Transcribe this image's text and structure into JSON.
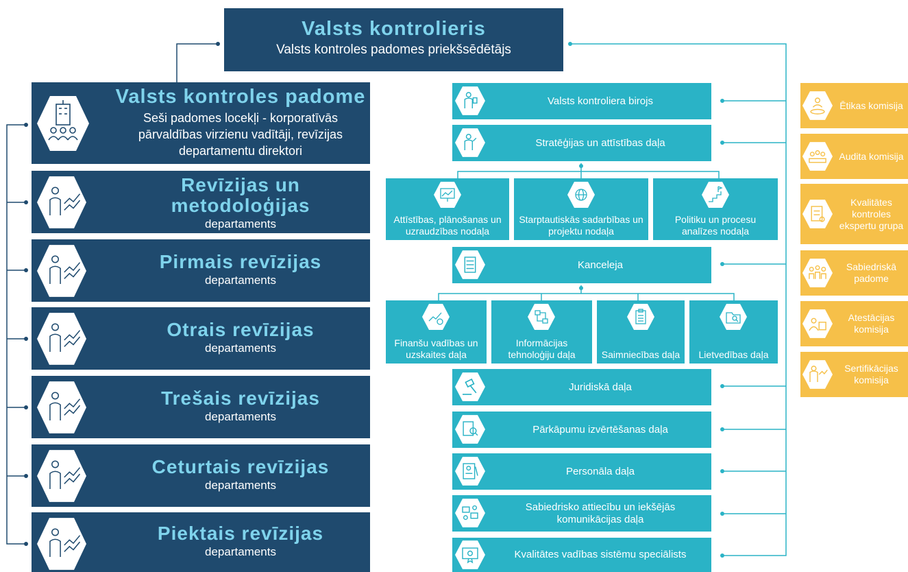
{
  "top": {
    "title": "Valsts kontrolieris",
    "subtitle": "Valsts kontroles padomes priekšsēdētājs"
  },
  "council": {
    "title": "Valsts kontroles padome",
    "subtitle": "Seši padomes locekļi - korporatīvās pārvaldības virzienu vadītāji, revīzijas departamentu direktori"
  },
  "departments": [
    {
      "title": "Revīzijas un metodoloģijas",
      "subtitle": "departaments"
    },
    {
      "title": "Pirmais revīzijas",
      "subtitle": "departaments"
    },
    {
      "title": "Otrais revīzijas",
      "subtitle": "departaments"
    },
    {
      "title": "Trešais revīzijas",
      "subtitle": "departaments"
    },
    {
      "title": "Ceturtais revīzijas",
      "subtitle": "departaments"
    },
    {
      "title": "Piektais revīzijas",
      "subtitle": "departaments"
    }
  ],
  "units": {
    "birojs": "Valsts kontroliera birojs",
    "strategy": "Stratēģijas un attīstības daļa",
    "strategy_children": [
      "Attīstības, plānošanas un uzraudzības nodaļa",
      "Starptautiskās sadarbības un projektu nodaļa",
      "Politiku un procesu analīzes nodaļa"
    ],
    "kanceleja": "Kanceleja",
    "kanceleja_children": [
      "Finanšu vadības un uzskaites daļa",
      "Informācijas tehnoloģiju daļa",
      "Saimniecības daļa",
      "Lietvedības daļa"
    ],
    "juridiska": "Juridiskā daļa",
    "parkapumu": "Pārkāpumu izvērtēšanas daļa",
    "personala": "Personāla daļa",
    "sabiedrisko": "Sabiedrisko attiecību un iekšējās komunikācijas daļa",
    "kvalitates": "Kvalitātes vadības sistēmu speciālists"
  },
  "committees": [
    "Ētikas komisija",
    "Audita komisija",
    "Kvalitātes kontroles ekspertu grupa",
    "Sabiedriskā padome",
    "Atestācijas komisija",
    "Sertifikācijas komisija"
  ],
  "colors": {
    "navy": "#1f4a6e",
    "teal": "#2ab3c6",
    "gold": "#f6c049",
    "accent": "#7fd3ec"
  }
}
